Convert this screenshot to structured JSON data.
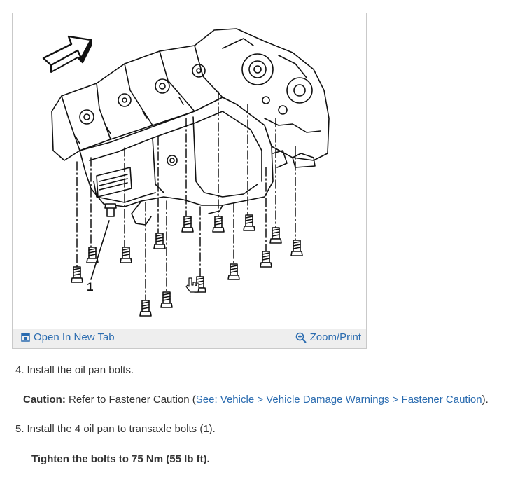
{
  "figure": {
    "callout_label": "1",
    "toolbar": {
      "open_tab_label": "Open In New Tab",
      "zoom_print_label": "Zoom/Print",
      "open_tab_icon": "open-in-new-tab-icon",
      "zoom_icon": "zoom-in-icon"
    }
  },
  "steps": [
    {
      "number": "4.",
      "text": "Install the oil pan bolts."
    },
    {
      "number": "5.",
      "text": "Install the 4 oil pan to transaxle bolts (1)."
    }
  ],
  "caution": {
    "label": "Caution:",
    "text": "Refer to Fastener Caution (",
    "link": "See: Vehicle > Vehicle Damage Warnings > Fastener Caution",
    "suffix": ")."
  },
  "spec": "Tighten the bolts to 75 Nm (55 lb ft).",
  "colors": {
    "link": "#2b6cb0",
    "text": "#333333",
    "toolbar_bg": "#eeeeee",
    "border": "#c9c9c9"
  }
}
